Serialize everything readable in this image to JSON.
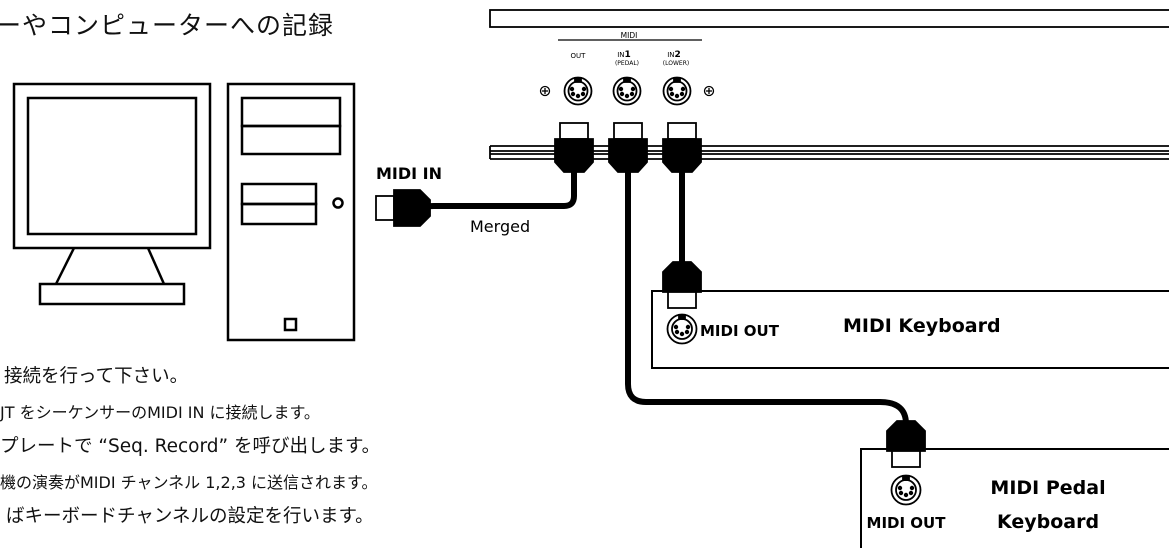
{
  "heading": "ーやコンピューターへの記録",
  "instructions": [
    "接続を行って下さい。",
    "JT をシーケンサーのMIDI IN に接続します。",
    "プレートで “Seq. Record” を呼び出します。",
    "機の演奏がMIDI チャンネル 1,2,3 に送信されます。",
    "ばキーボードチャンネルの設定を行います。"
  ],
  "organ_panel": {
    "midi_label": "MIDI",
    "out_label": "OUT",
    "in1_label": "IN",
    "in1_number": "1",
    "in1_sub": "(PEDAL)",
    "in2_label": "IN",
    "in2_number": "2",
    "in2_sub": "(LOWER)"
  },
  "computer": {
    "midi_in_label": "MIDI IN",
    "merged_label": "Merged"
  },
  "midi_keyboard": {
    "title": "MIDI Keyboard",
    "port_label": "MIDI OUT"
  },
  "midi_pedal_keyboard": {
    "title_line1": "MIDI Pedal",
    "title_line2": "Keyboard",
    "port_label": "MIDI OUT"
  }
}
